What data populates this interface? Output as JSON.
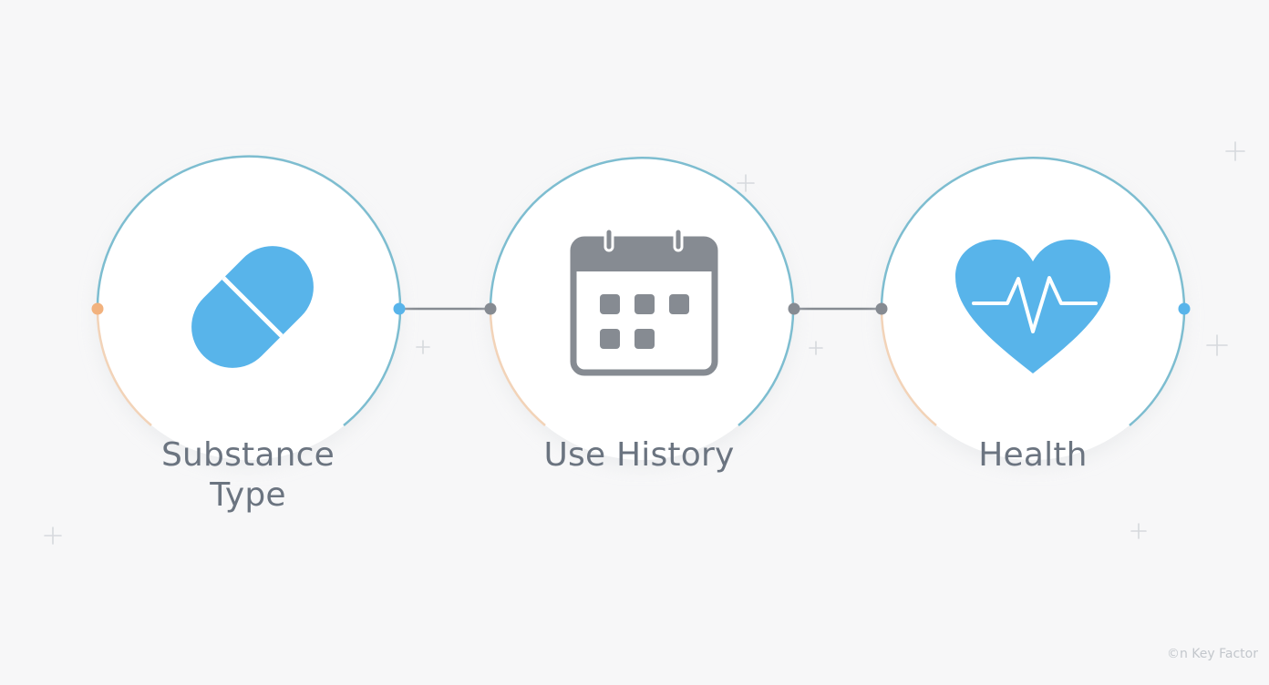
{
  "nodes": [
    {
      "label_lines": [
        "Substance",
        "Type"
      ],
      "icon": "pill-capsule-icon",
      "icon_color": "#58b4ea"
    },
    {
      "label_lines": [
        "Use History"
      ],
      "icon": "calendar-icon",
      "icon_color": "#868b92"
    },
    {
      "label_lines": [
        "Health"
      ],
      "icon": "heart-pulse-icon",
      "icon_color": "#58b4ea"
    }
  ],
  "watermark": "©n Key Factor",
  "colors": {
    "background": "#f7f7f8",
    "ring": "#7dbdd0",
    "ring_warm": "#f2d3b8",
    "connector": "#868b92",
    "accent_blue": "#58b4ea",
    "accent_orange": "#f2b27e",
    "text": "#6b7480"
  }
}
